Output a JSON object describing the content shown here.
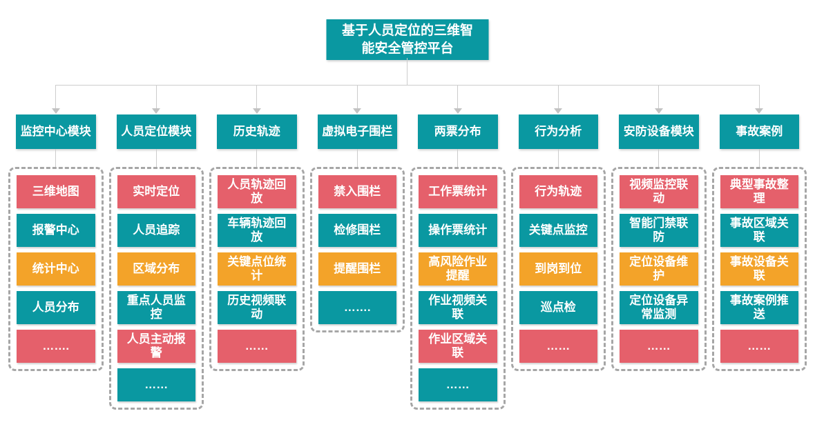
{
  "title": "基于人员定位的三维智能安全管控平台",
  "colors": {
    "teal": "#0a98a1",
    "red": "#e5606b",
    "orange": "#f3a329",
    "connector": "#cccccc",
    "dashed_border": "#a6a6a6"
  },
  "columns": [
    {
      "header": "监控中心模块",
      "items": [
        {
          "label": "三维地图",
          "color": "red"
        },
        {
          "label": "报警中心",
          "color": "teal"
        },
        {
          "label": "统计中心",
          "color": "orange"
        },
        {
          "label": "人员分布",
          "color": "teal"
        },
        {
          "label": "…….",
          "color": "red"
        }
      ]
    },
    {
      "header": "人员定位模块",
      "items": [
        {
          "label": "实时定位",
          "color": "red"
        },
        {
          "label": "人员追踪",
          "color": "teal"
        },
        {
          "label": "区域分布",
          "color": "orange"
        },
        {
          "label": "重点人员监控",
          "color": "teal"
        },
        {
          "label": "人员主动报警",
          "color": "red"
        },
        {
          "label": "……",
          "color": "teal"
        }
      ]
    },
    {
      "header": "历史轨迹",
      "items": [
        {
          "label": "人员轨迹回放",
          "color": "red"
        },
        {
          "label": "车辆轨迹回放",
          "color": "teal"
        },
        {
          "label": "关键点位统计",
          "color": "orange"
        },
        {
          "label": "历史视频联动",
          "color": "teal"
        },
        {
          "label": "……",
          "color": "red"
        }
      ]
    },
    {
      "header": "虚拟电子围栏",
      "items": [
        {
          "label": "禁入围栏",
          "color": "red"
        },
        {
          "label": "检修围栏",
          "color": "teal"
        },
        {
          "label": "提醒围栏",
          "color": "orange"
        },
        {
          "label": "…….",
          "color": "teal"
        }
      ]
    },
    {
      "header": "两票分布",
      "items": [
        {
          "label": "工作票统计",
          "color": "red"
        },
        {
          "label": "操作票统计",
          "color": "teal"
        },
        {
          "label": "高风险作业提醒",
          "color": "orange"
        },
        {
          "label": "作业视频关联",
          "color": "teal"
        },
        {
          "label": "作业区域关联",
          "color": "red"
        },
        {
          "label": "……",
          "color": "teal"
        }
      ]
    },
    {
      "header": "行为分析",
      "items": [
        {
          "label": "行为轨迹",
          "color": "red"
        },
        {
          "label": "关键点监控",
          "color": "teal"
        },
        {
          "label": "到岗到位",
          "color": "orange"
        },
        {
          "label": "巡点检",
          "color": "teal"
        },
        {
          "label": "……",
          "color": "red"
        }
      ]
    },
    {
      "header": "安防设备模块",
      "items": [
        {
          "label": "视频监控联动",
          "color": "red"
        },
        {
          "label": "智能门禁联防",
          "color": "teal"
        },
        {
          "label": "定位设备维护",
          "color": "orange"
        },
        {
          "label": "定位设备异常监测",
          "color": "teal"
        },
        {
          "label": "……",
          "color": "red"
        }
      ]
    },
    {
      "header": "事故案例",
      "items": [
        {
          "label": "典型事故整理",
          "color": "red"
        },
        {
          "label": "事故区域关联",
          "color": "teal"
        },
        {
          "label": "事故设备关联",
          "color": "orange"
        },
        {
          "label": "事故案例推送",
          "color": "teal"
        },
        {
          "label": "……",
          "color": "red"
        }
      ]
    }
  ]
}
